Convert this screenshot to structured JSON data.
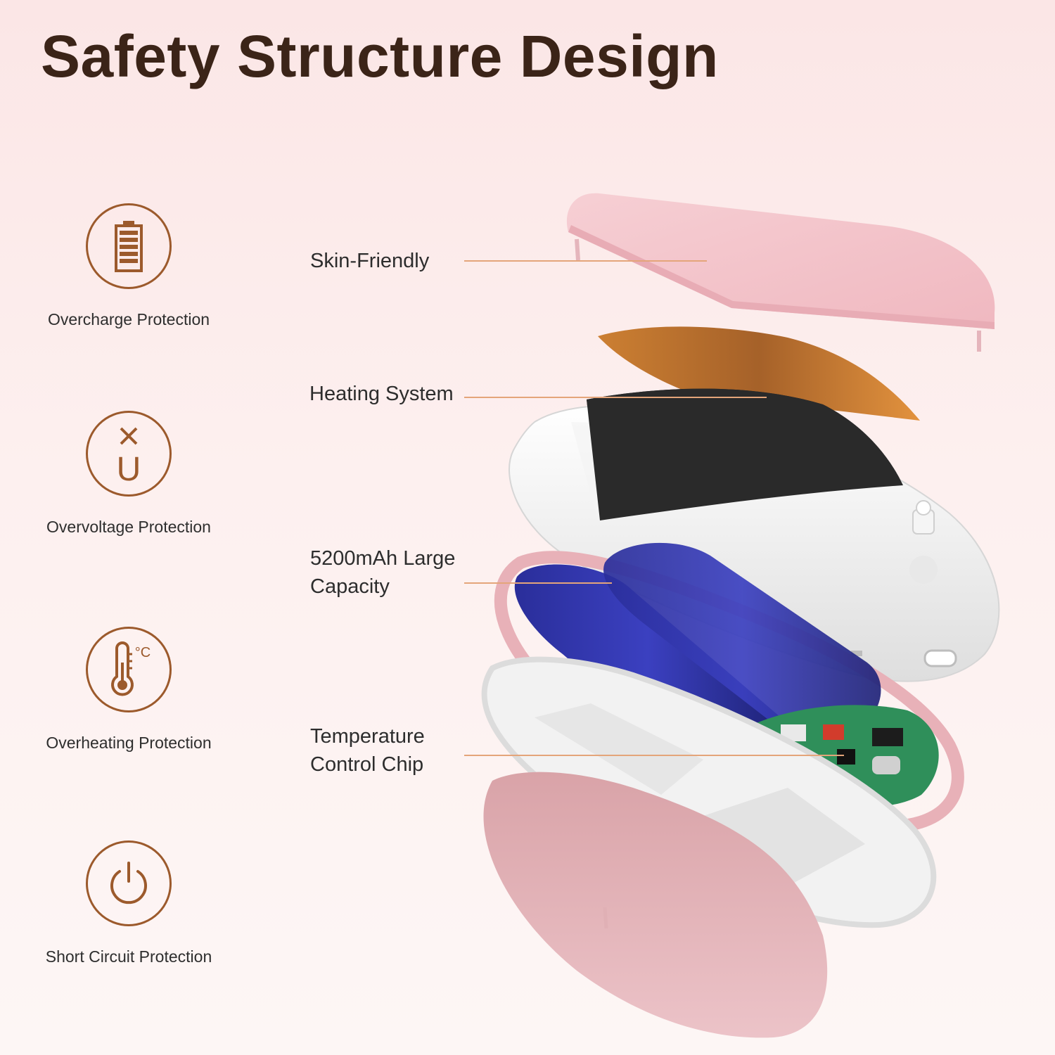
{
  "title": "Safety Structure Design",
  "accent_color": "#9c5a2c",
  "features": [
    {
      "label": "Overcharge Protection",
      "icon": "battery-icon"
    },
    {
      "label": "Overvoltage Protection",
      "icon": "voltage-icon"
    },
    {
      "label": "Overheating Protection",
      "icon": "thermometer-icon"
    },
    {
      "label": "Short Circuit Protection",
      "icon": "power-icon"
    }
  ],
  "callouts": [
    {
      "line1": "Skin-Friendly"
    },
    {
      "line1": "Heating System"
    },
    {
      "line1": "5200mAh Large",
      "line2": "Capacity"
    },
    {
      "line1": "Temperature",
      "line2": "Control Chip"
    }
  ],
  "icon_text": {
    "voltage_symbol": "U",
    "degree_symbol": "°C"
  }
}
